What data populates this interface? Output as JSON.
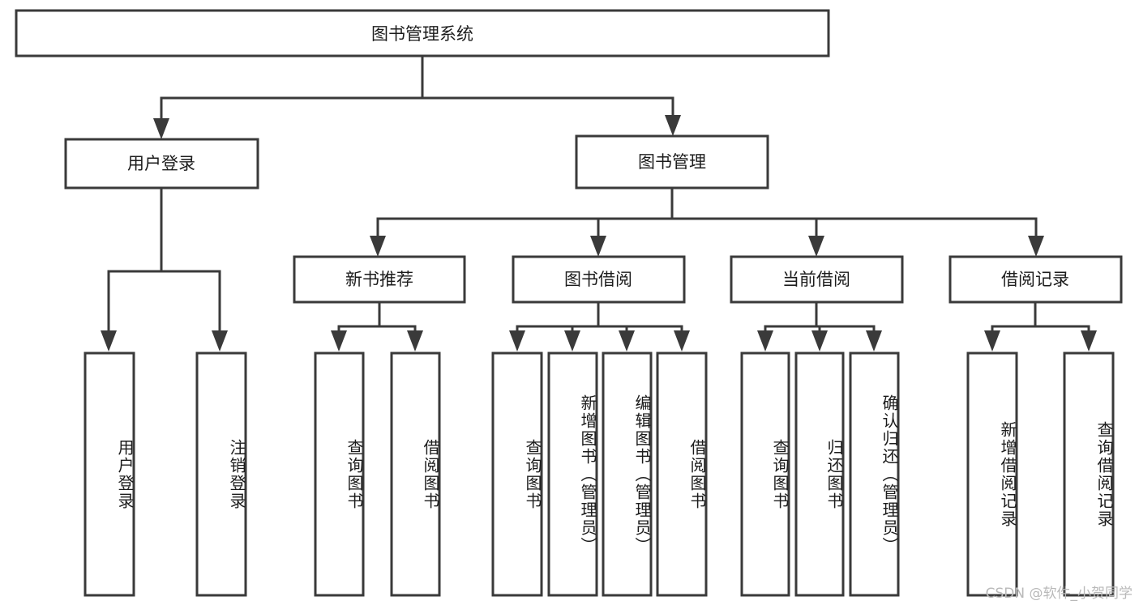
{
  "diagram": {
    "type": "tree-hierarchy",
    "title": "图书管理系统",
    "root": {
      "id": "root",
      "label": "图书管理系统",
      "orientation": "horizontal"
    },
    "level1": [
      {
        "id": "user-login",
        "label": "用户登录",
        "orientation": "horizontal"
      },
      {
        "id": "book-manage",
        "label": "图书管理",
        "orientation": "horizontal"
      }
    ],
    "level2": [
      {
        "id": "new-book-recommend",
        "label": "新书推荐",
        "parent": "book-manage",
        "orientation": "horizontal"
      },
      {
        "id": "book-borrow",
        "label": "图书借阅",
        "parent": "book-manage",
        "orientation": "horizontal"
      },
      {
        "id": "current-borrow",
        "label": "当前借阅",
        "parent": "book-manage",
        "orientation": "horizontal"
      },
      {
        "id": "borrow-record",
        "label": "借阅记录",
        "parent": "book-manage",
        "orientation": "horizontal"
      }
    ],
    "leaves": [
      {
        "id": "leaf-user-login",
        "label": "用户登录",
        "parent": "user-login",
        "orientation": "vertical"
      },
      {
        "id": "leaf-logout-login",
        "label": "注销登录",
        "parent": "user-login",
        "orientation": "vertical"
      },
      {
        "id": "leaf-query-book-1",
        "label": "查询图书",
        "parent": "new-book-recommend",
        "orientation": "vertical"
      },
      {
        "id": "leaf-borrow-book-1",
        "label": "借阅图书",
        "parent": "new-book-recommend",
        "orientation": "vertical"
      },
      {
        "id": "leaf-query-book-2",
        "label": "查询图书",
        "parent": "book-borrow",
        "orientation": "vertical"
      },
      {
        "id": "leaf-add-book-admin",
        "label": "新增图书（管理员）",
        "parent": "book-borrow",
        "orientation": "vertical"
      },
      {
        "id": "leaf-edit-book-admin",
        "label": "编辑图书（管理员）",
        "parent": "book-borrow",
        "orientation": "vertical"
      },
      {
        "id": "leaf-borrow-book-2",
        "label": "借阅图书",
        "parent": "book-borrow",
        "orientation": "vertical"
      },
      {
        "id": "leaf-query-book-3",
        "label": "查询图书",
        "parent": "current-borrow",
        "orientation": "vertical"
      },
      {
        "id": "leaf-return-book",
        "label": "归还图书",
        "parent": "current-borrow",
        "orientation": "vertical"
      },
      {
        "id": "leaf-confirm-return-admin",
        "label": "确认归还（管理员）",
        "parent": "current-borrow",
        "orientation": "vertical"
      },
      {
        "id": "leaf-add-borrow-record",
        "label": "新增借阅记录",
        "parent": "borrow-record",
        "orientation": "vertical"
      },
      {
        "id": "leaf-query-borrow-record",
        "label": "查询借阅记录",
        "parent": "borrow-record",
        "orientation": "vertical"
      }
    ],
    "watermark": "CSDN @软件_小贺同学",
    "colors": {
      "stroke": "#3a3a3a",
      "fill": "#ffffff",
      "text": "#1c1c1c",
      "watermark": "#b9b9b9"
    }
  }
}
